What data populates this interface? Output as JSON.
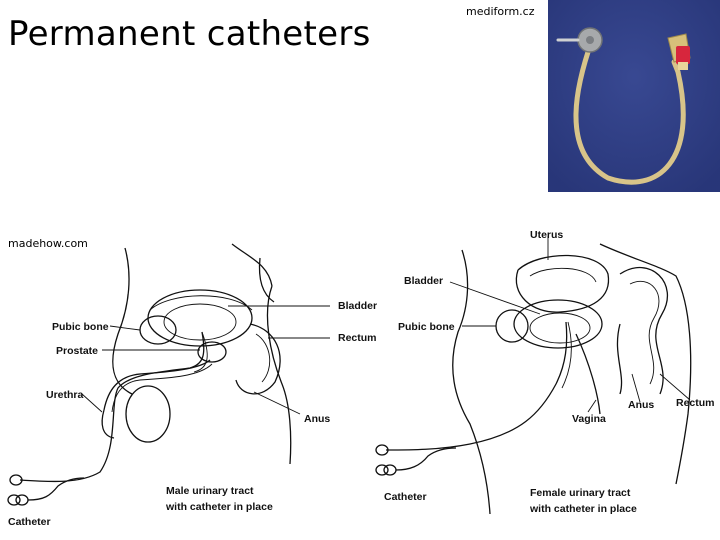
{
  "slide": {
    "title": "Permanent catheters"
  },
  "credits": {
    "photo": "mediform.cz",
    "diagram": "madehow.com"
  },
  "photo": {
    "subject": "foley-catheter-photo",
    "background": "#2f3f86",
    "tube_color": "#d8c489",
    "tip_color": "#d7263d"
  },
  "male": {
    "labels": {
      "pubic_bone": "Pubic bone",
      "prostate": "Prostate",
      "urethra": "Urethra",
      "bladder": "Bladder",
      "rectum": "Rectum",
      "anus": "Anus",
      "catheter": "Catheter"
    },
    "caption": {
      "line1": "Male urinary tract",
      "line2": "with catheter in place"
    }
  },
  "female": {
    "labels": {
      "uterus": "Uterus",
      "bladder": "Bladder",
      "pubic_bone": "Pubic bone",
      "vagina": "Vagina",
      "anus": "Anus",
      "rectum": "Rectum",
      "catheter": "Catheter"
    },
    "caption": {
      "line1": "Female urinary tract",
      "line2": "with catheter in place"
    }
  }
}
